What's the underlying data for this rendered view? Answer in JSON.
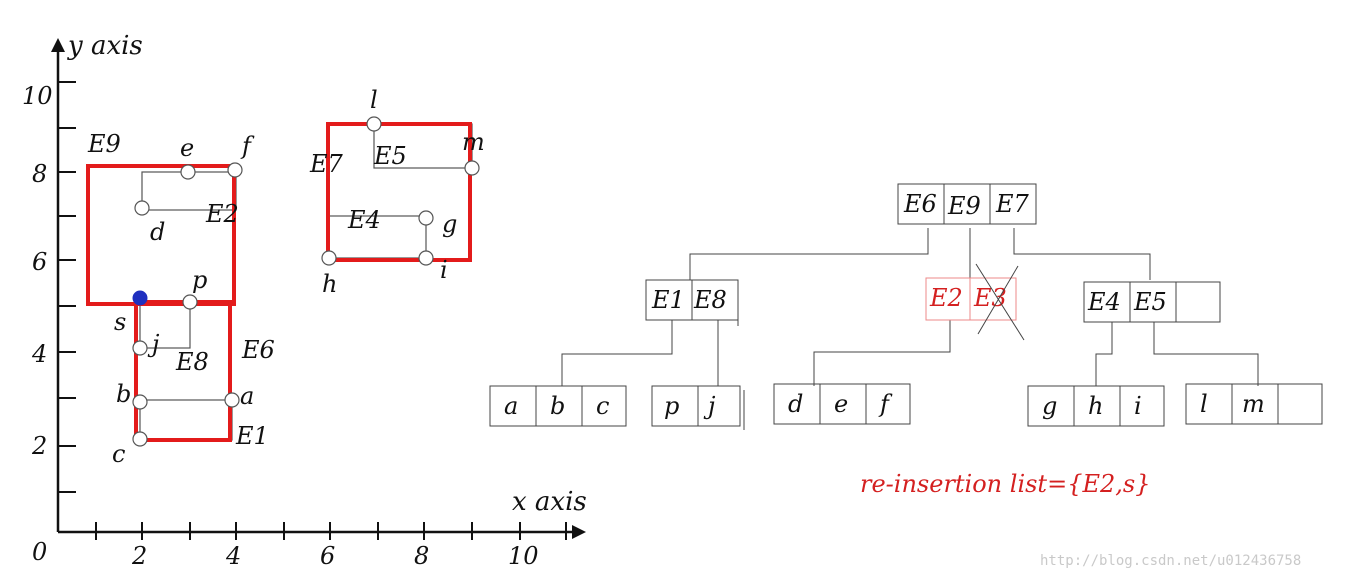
{
  "colors": {
    "mbr_red": "#e31b1b",
    "ink": "#111111",
    "thin_line": "#555555",
    "point_fill": "#ffffff",
    "highlight_point": "#1f2fbf",
    "removed_text": "#d42020",
    "watermark": "#c9c9c9"
  },
  "axes": {
    "x_label": "x axis",
    "y_label": "y axis",
    "origin_label": "0",
    "x_ticks": [
      "2",
      "4",
      "6",
      "8",
      "10"
    ],
    "y_ticks": [
      "2",
      "4",
      "6",
      "8",
      "10"
    ]
  },
  "points": [
    {
      "id": "a",
      "label": "a"
    },
    {
      "id": "b",
      "label": "b"
    },
    {
      "id": "c",
      "label": "c"
    },
    {
      "id": "d",
      "label": "d"
    },
    {
      "id": "e",
      "label": "e"
    },
    {
      "id": "f",
      "label": "f"
    },
    {
      "id": "g",
      "label": "g"
    },
    {
      "id": "h",
      "label": "h"
    },
    {
      "id": "i",
      "label": "i"
    },
    {
      "id": "j",
      "label": "j"
    },
    {
      "id": "l",
      "label": "l"
    },
    {
      "id": "m",
      "label": "m"
    },
    {
      "id": "p",
      "label": "p"
    },
    {
      "id": "s",
      "label": "s",
      "highlighted": true
    }
  ],
  "rectangles": [
    {
      "id": "E1",
      "label": "E1",
      "kind": "leaf"
    },
    {
      "id": "E2",
      "label": "E2",
      "kind": "leaf"
    },
    {
      "id": "E4",
      "label": "E4",
      "kind": "leaf"
    },
    {
      "id": "E5",
      "label": "E5",
      "kind": "leaf"
    },
    {
      "id": "E8",
      "label": "E8",
      "kind": "leaf"
    },
    {
      "id": "E6",
      "label": "E6",
      "kind": "parent"
    },
    {
      "id": "E7",
      "label": "E7",
      "kind": "parent"
    },
    {
      "id": "E9",
      "label": "E9",
      "kind": "parent"
    }
  ],
  "tree": {
    "root": {
      "entries": [
        "E6",
        "E9",
        "E7"
      ]
    },
    "level1": [
      {
        "id": "n-e1e8",
        "entries": [
          "E1",
          "E8"
        ],
        "removed": false
      },
      {
        "id": "n-e2e3",
        "entries": [
          "E2",
          "E3"
        ],
        "removed": true
      },
      {
        "id": "n-e4e5",
        "entries": [
          "E4",
          "E5",
          ""
        ],
        "removed": false
      }
    ],
    "leaves": [
      {
        "id": "leaf-abc",
        "entries": [
          "a",
          "b",
          "c"
        ]
      },
      {
        "id": "leaf-pj",
        "entries": [
          "p",
          "j"
        ]
      },
      {
        "id": "leaf-def",
        "entries": [
          "d",
          "e",
          "f"
        ]
      },
      {
        "id": "leaf-ghi",
        "entries": [
          "g",
          "h",
          "i"
        ]
      },
      {
        "id": "leaf-lm",
        "entries": [
          "l",
          "m",
          ""
        ]
      }
    ]
  },
  "reinsertion_text": "re-insertion list={E2,s}",
  "watermark_text": "http://blog.csdn.net/u012436758"
}
